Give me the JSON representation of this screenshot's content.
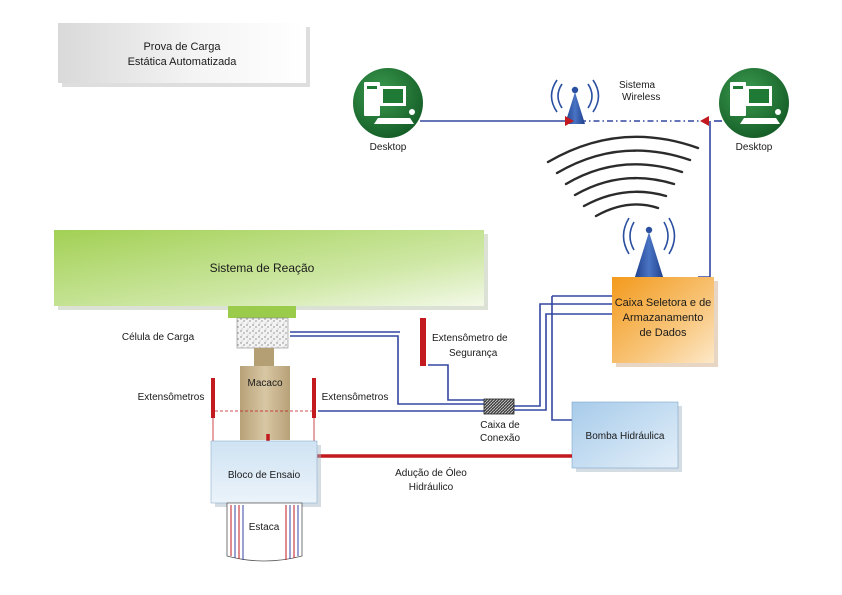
{
  "title": {
    "line1": "Prova de Carga",
    "line2": "Estática Automatizada"
  },
  "desktops": {
    "left_label": "Desktop",
    "right_label": "Desktop"
  },
  "wireless": {
    "line1": "Sistema",
    "line2": "Wireless"
  },
  "reaction_system": {
    "label": "Sistema de Reação"
  },
  "load_cell": {
    "label": "Célula de Carga"
  },
  "jack": {
    "label": "Macaco"
  },
  "extensometers": {
    "left": "Extensômetros",
    "right": "Extensômetros"
  },
  "safety_extensometer": {
    "line1": "Extensômetro de",
    "line2": "Segurança"
  },
  "connection_box": {
    "line1": "Caixa de",
    "line2": "Conexão"
  },
  "selector_box": {
    "line1": "Caixa Seletora e de",
    "line2": "Armazanamento",
    "line3": "de Dados"
  },
  "hydraulic_pump": {
    "label": "Bomba Hidráulica"
  },
  "test_block": {
    "label": "Bloco de Ensaio"
  },
  "oil_supply": {
    "line1": "Adução de Óleo",
    "line2": "Hidráulico"
  },
  "pile": {
    "label": "Estaca"
  },
  "colors": {
    "reaction_green": "#a6d45a",
    "selector_orange": "#f29a1e",
    "pump_blue": "#bcd8ef",
    "block_blue": "#c9dff0",
    "cable_blue": "#3346a0",
    "hydraulic_red": "#c21a1f",
    "jack_tan": "#c7b28d",
    "desktop_green": "#1f7a35",
    "antenna_blue": "#2a4fa0"
  }
}
